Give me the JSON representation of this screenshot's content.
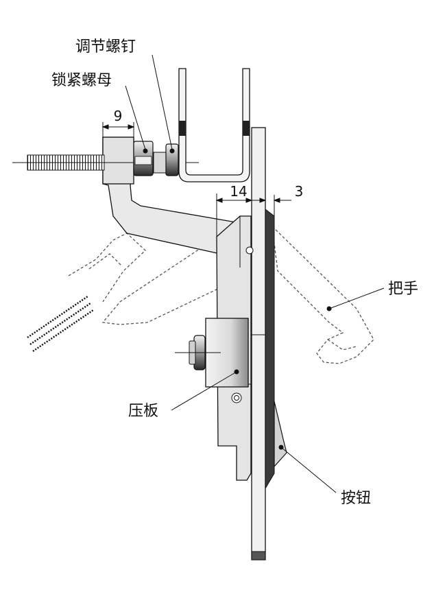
{
  "labels": {
    "adjust_screw": "调节螺钉",
    "lock_nut": "锁紧螺母",
    "handle": "把手",
    "press_plate": "压板",
    "button": "按钮"
  },
  "dimensions": {
    "d1": "9",
    "d2": "14",
    "d3": "3"
  },
  "colors": {
    "line": "#111111",
    "metal_light": "#e6e6e6",
    "metal_mid": "#cfcfcf",
    "metal_dark": "#3a3a3a"
  }
}
